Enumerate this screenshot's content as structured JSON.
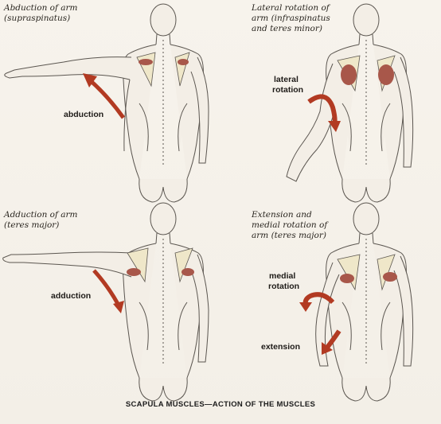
{
  "panels": [
    {
      "caption_line1": "Abduction of arm",
      "caption_line2": "(supraspinatus)",
      "caption_line3": "",
      "labels": [
        "abduction"
      ]
    },
    {
      "caption_line1": "Lateral rotation of",
      "caption_line2": "arm (infraspinatus",
      "caption_line3": "and teres minor)",
      "labels": [
        "lateral",
        "rotation"
      ]
    },
    {
      "caption_line1": "Adduction of arm",
      "caption_line2": "(teres major)",
      "caption_line3": "",
      "labels": [
        "adduction"
      ]
    },
    {
      "caption_line1": "Extension and",
      "caption_line2": "medial rotation of",
      "caption_line3": "arm (teres major)",
      "labels": [
        "medial",
        "rotation",
        "extension"
      ]
    }
  ],
  "footer_title": "SCAPULA MUSCLES—ACTION OF THE MUSCLES",
  "colors": {
    "arrow": "#b23a22",
    "muscle": "#a8574a",
    "outline": "#5b5650",
    "skin": "#f3eee6",
    "bone": "#efe7c9"
  }
}
